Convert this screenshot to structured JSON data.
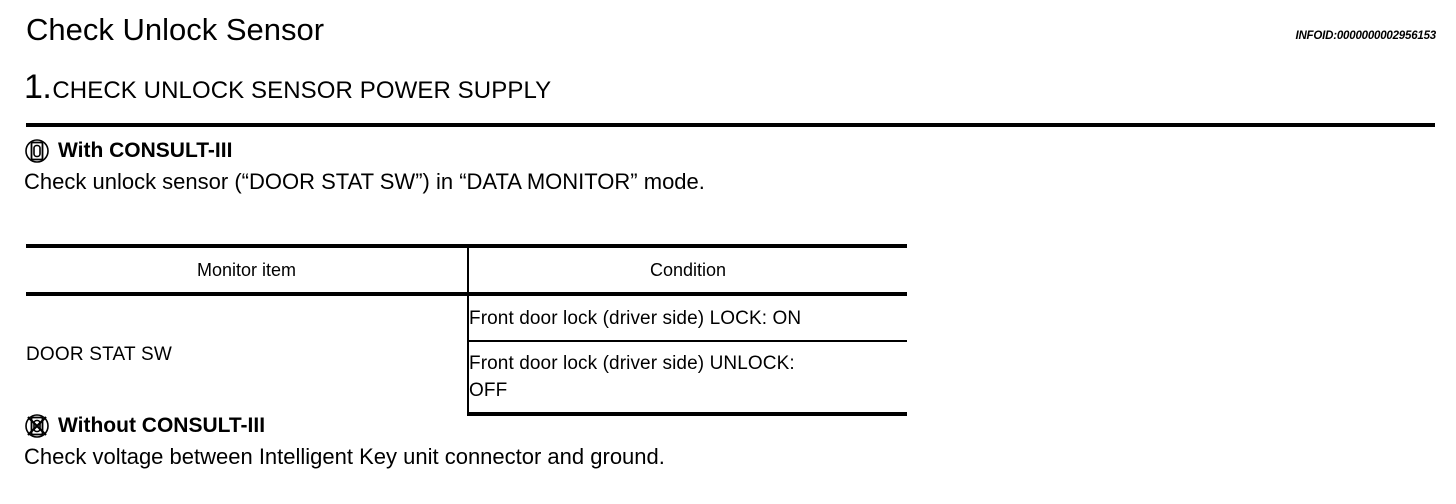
{
  "header": {
    "title": "Check Unlock Sensor",
    "infoid": "INFOID:0000000002956153"
  },
  "step": {
    "number": "1.",
    "text": "CHECK UNLOCK SENSOR POWER SUPPLY"
  },
  "sections": [
    {
      "icon": "consult-tool-icon",
      "heading": "With CONSULT-III",
      "body": "Check unlock sensor (“DOOR STAT SW”) in “DATA MONITOR” mode."
    },
    {
      "icon": "consult-tool-crossed-icon",
      "heading": "Without CONSULT-III",
      "body": "Check voltage between Intelligent Key unit connector and ground."
    }
  ],
  "table": {
    "columns": [
      "Monitor item",
      "Condition"
    ],
    "rows": [
      {
        "item": "DOOR STAT SW",
        "conditions": [
          {
            "line1": "Front door lock (driver side) LOCK: ON",
            "line2": ""
          },
          {
            "line1": "Front door lock (driver side) UNLOCK:",
            "line2": "OFF"
          }
        ]
      }
    ]
  },
  "colors": {
    "ink": "#000000",
    "paper": "#ffffff"
  }
}
